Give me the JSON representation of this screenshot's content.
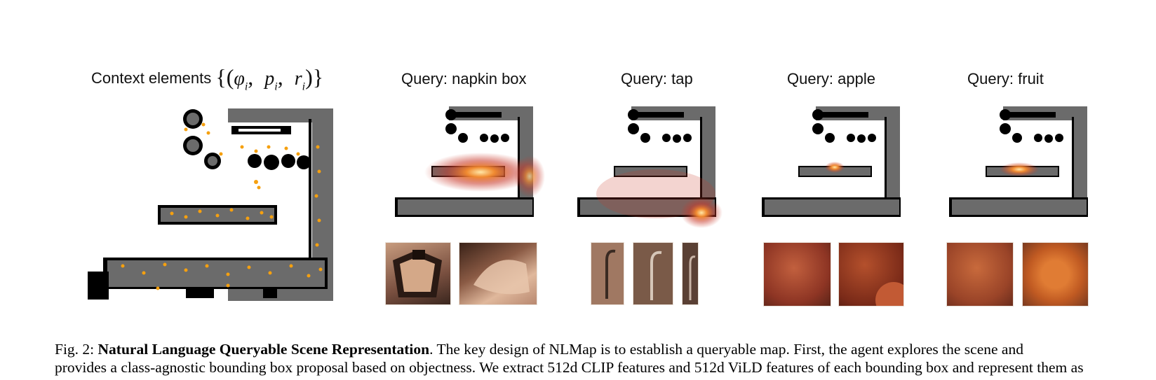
{
  "figure": {
    "context_title_text": "Context elements",
    "context_title_math": "{(φi, pi, ri)}",
    "queries": [
      {
        "label": "Query: napkin box",
        "crops": 2
      },
      {
        "label": "Query: tap",
        "crops": 3
      },
      {
        "label": "Query: apple",
        "crops": 2
      },
      {
        "label": "Query: fruit",
        "crops": 2
      }
    ]
  },
  "caption": {
    "prefix": "Fig. 2: ",
    "bold": "Natural Language Queryable Scene Representation",
    "line1": ". The key design of NLMap is to establish a queryable map. First, the agent explores the scene and",
    "line2": "provides a class-agnostic bounding box proposal based on objectness. We extract 512d CLIP features and 512d ViLD features of each bounding box and represent them as"
  },
  "colors": {
    "map_gray": "#6b6b6b",
    "wall_black": "#000000",
    "point_orange": "#f5a00f",
    "heat_red": "#c8392b",
    "heat_glow": "#ffe7a8"
  }
}
